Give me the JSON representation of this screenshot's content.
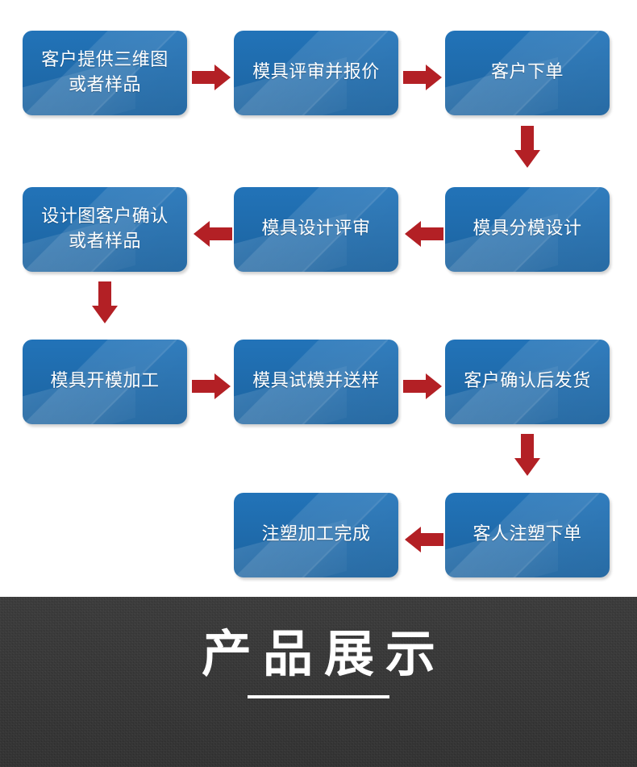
{
  "flowchart": {
    "title_semantics": "mold-manufacturing-process-flow",
    "node_fill_color": "#1F6CB0",
    "node_text_color": "#FFFFFF",
    "arrow_color": "#B32025",
    "nodes": [
      {
        "id": "n1",
        "label": "客户提供三维图\n或者样品",
        "row": 1,
        "col": 1
      },
      {
        "id": "n2",
        "label": "模具评审并报价",
        "row": 1,
        "col": 2
      },
      {
        "id": "n3",
        "label": "客户下单",
        "row": 1,
        "col": 3
      },
      {
        "id": "n4",
        "label": "设计图客户确认\n或者样品",
        "row": 2,
        "col": 1
      },
      {
        "id": "n5",
        "label": "模具设计评审",
        "row": 2,
        "col": 2
      },
      {
        "id": "n6",
        "label": "模具分模设计",
        "row": 2,
        "col": 3
      },
      {
        "id": "n7",
        "label": "模具开模加工",
        "row": 3,
        "col": 1
      },
      {
        "id": "n8",
        "label": "模具试模并送样",
        "row": 3,
        "col": 2
      },
      {
        "id": "n9",
        "label": "客户确认后发货",
        "row": 3,
        "col": 3
      },
      {
        "id": "n10",
        "label": "注塑加工完成",
        "row": 4,
        "col": 2
      },
      {
        "id": "n11",
        "label": "客人注塑下单",
        "row": 4,
        "col": 3
      }
    ],
    "arrows": [
      {
        "id": "a1",
        "direction": "right",
        "from": "n1",
        "to": "n2"
      },
      {
        "id": "a2",
        "direction": "right",
        "from": "n2",
        "to": "n3"
      },
      {
        "id": "a3",
        "direction": "down",
        "from": "n3",
        "to": "n6"
      },
      {
        "id": "a4",
        "direction": "left",
        "from": "n6",
        "to": "n5"
      },
      {
        "id": "a5",
        "direction": "left",
        "from": "n5",
        "to": "n4"
      },
      {
        "id": "a6",
        "direction": "down",
        "from": "n4",
        "to": "n7"
      },
      {
        "id": "a7",
        "direction": "right",
        "from": "n7",
        "to": "n8"
      },
      {
        "id": "a8",
        "direction": "right",
        "from": "n8",
        "to": "n9"
      },
      {
        "id": "a9",
        "direction": "down",
        "from": "n9",
        "to": "n11"
      },
      {
        "id": "a10",
        "direction": "left",
        "from": "n11",
        "to": "n10"
      }
    ]
  },
  "banner": {
    "title": "产品展示",
    "background_color": "#363636",
    "text_color": "#FFFFFF",
    "rule_color": "#FFFFFF"
  }
}
